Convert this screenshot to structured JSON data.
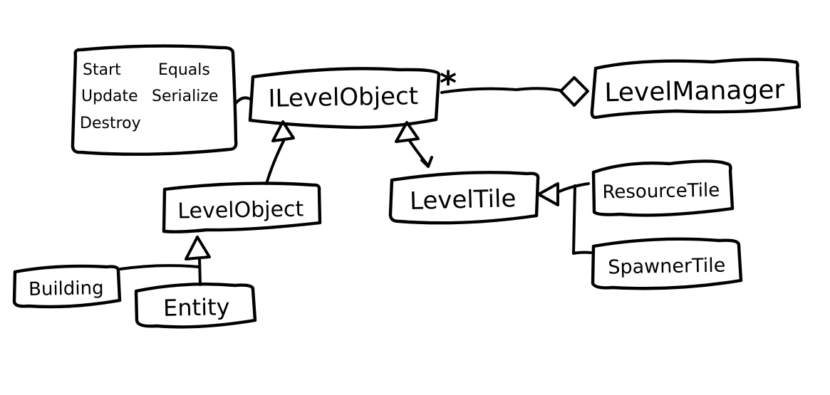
{
  "diagram": {
    "background": "#ffffff",
    "ink_color": "#000000",
    "nodes": {
      "methods_note": {
        "col1": [
          "Start",
          "Update",
          "Destroy"
        ],
        "col2": [
          "Equals",
          "Serialize"
        ]
      },
      "ilevel_object": {
        "label": "ILevelObject"
      },
      "level_manager": {
        "label": "LevelManager"
      },
      "level_object": {
        "label": "LevelObject"
      },
      "level_tile": {
        "label": "LevelTile"
      },
      "resource_tile": {
        "label": "ResourceTile"
      },
      "spawner_tile": {
        "label": "SpawnerTile"
      },
      "building": {
        "label": "Building"
      },
      "entity": {
        "label": "Entity"
      }
    },
    "edges": {
      "ilevelobject_to_levelmanager": {
        "multiplicity": "*"
      }
    }
  }
}
